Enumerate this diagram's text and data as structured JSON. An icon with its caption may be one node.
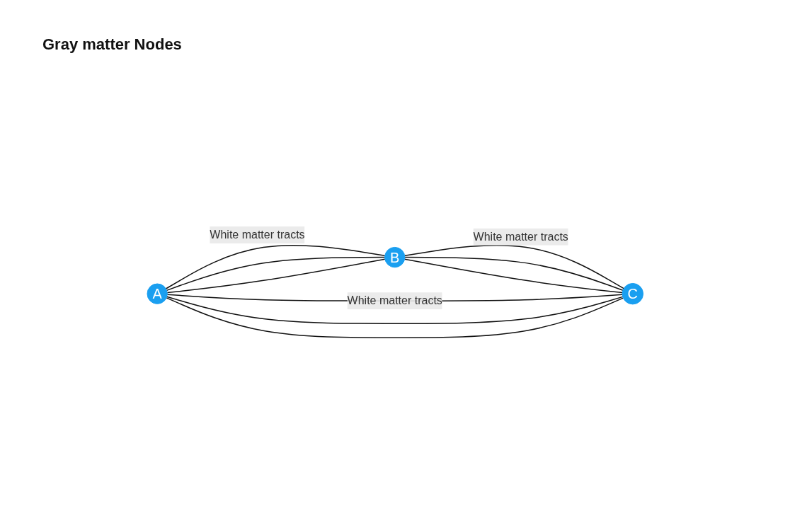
{
  "diagram": {
    "nodes": [
      {
        "text": [
          "A"
        ]
      },
      {
        "text": [
          "B"
        ]
      },
      {
        "text": [
          "C"
        ]
      }
    ],
    "edges": [
      {
        "from": 0,
        "to": 1,
        "arrow": "none",
        "label": "White matter tracts"
      },
      {
        "from": 0,
        "to": 1,
        "arrow": "none"
      },
      {
        "from": 0,
        "to": 1,
        "arrow": "none"
      },
      {
        "from": 1,
        "to": 2,
        "arrow": "none",
        "label": "White matter tracts"
      },
      {
        "from": 1,
        "to": 2,
        "arrow": "none"
      },
      {
        "from": 1,
        "to": 2,
        "arrow": "none"
      },
      {
        "from": 0,
        "to": 2,
        "arrow": "none",
        "label": "White matter tracts"
      },
      {
        "from": 0,
        "to": 2,
        "arrow": "none"
      },
      {
        "from": 0,
        "to": 2,
        "arrow": "none"
      }
    ],
    "labels": [
      "Gray matter Nodes"
    ]
  }
}
